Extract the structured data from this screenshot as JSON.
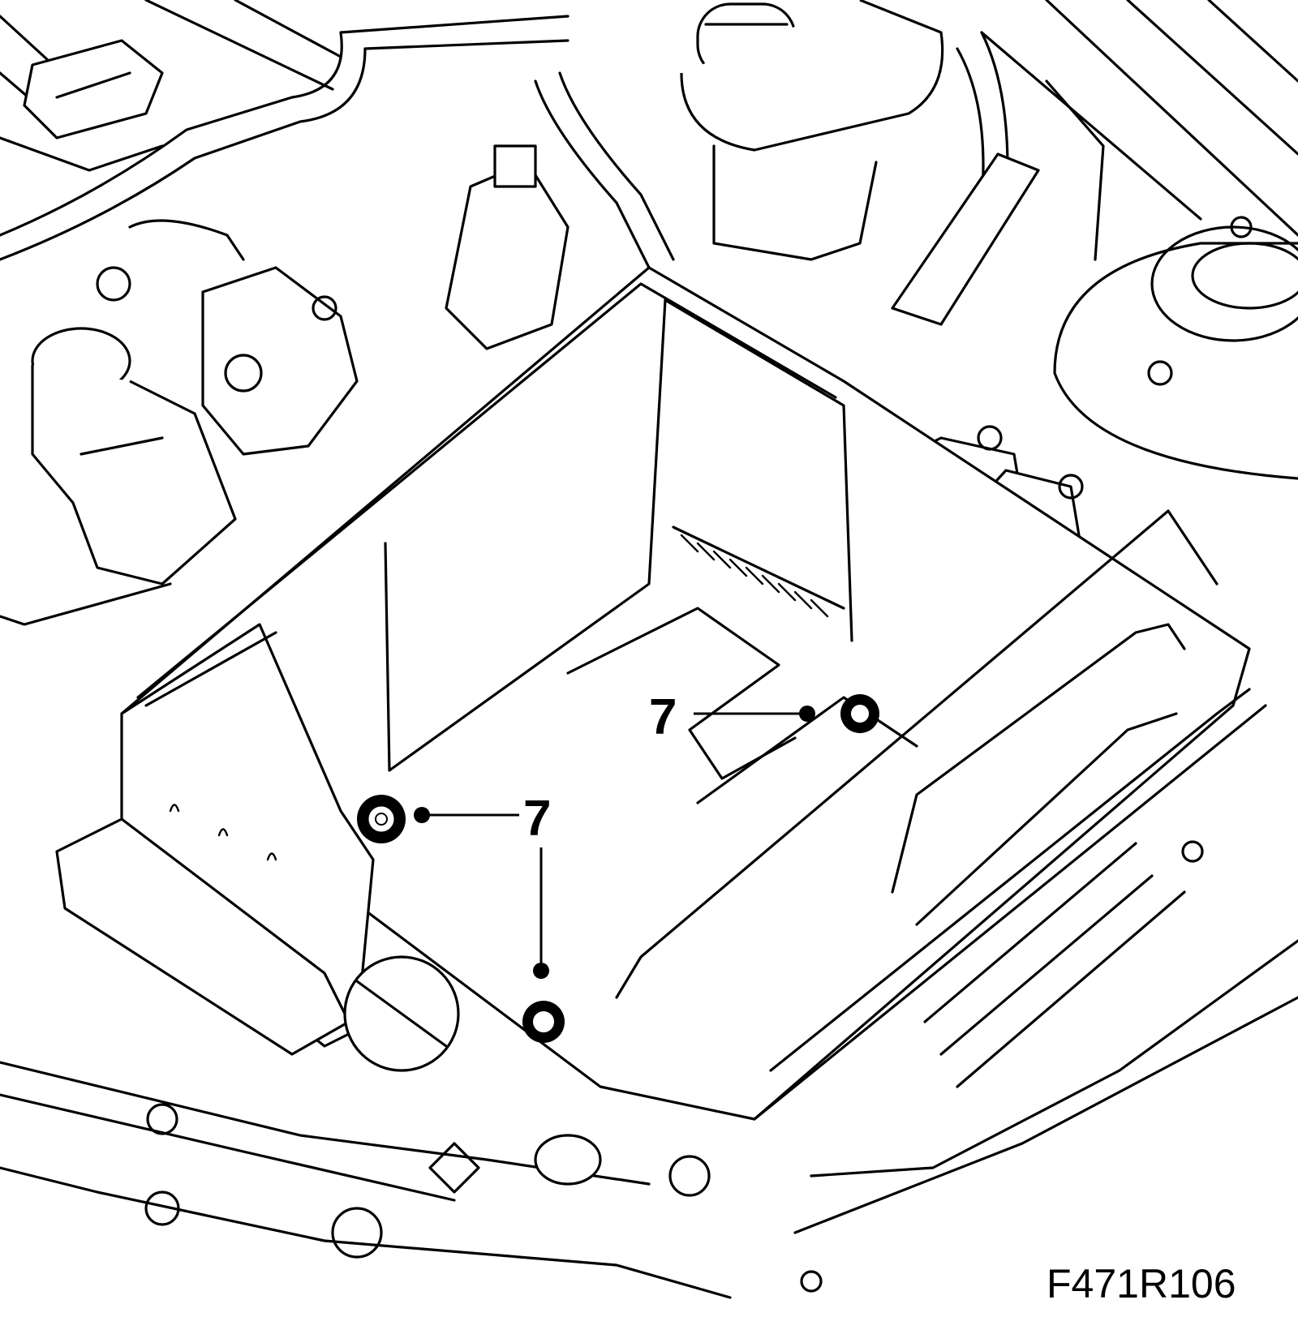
{
  "diagram": {
    "callouts": [
      {
        "label": "7",
        "item": "bolt-upper-right"
      },
      {
        "label": "7",
        "item": "bolt-middle-left"
      },
      {
        "label": "7",
        "item": "bolt-lower"
      }
    ],
    "figure_code": "F471R106"
  },
  "colors": {
    "line": "#000000",
    "background": "#ffffff"
  }
}
